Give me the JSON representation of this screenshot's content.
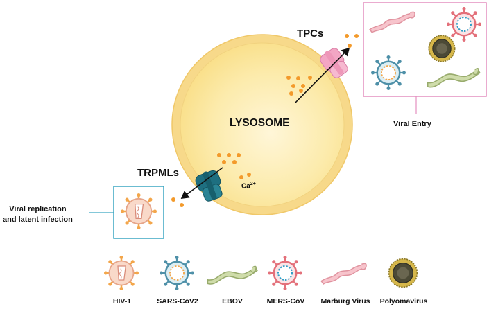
{
  "organelle": {
    "label": "LYSOSOME"
  },
  "channels": {
    "tpc": {
      "label": "TPCs"
    },
    "trpml": {
      "label": "TRPMLs"
    }
  },
  "ion": {
    "label": "Ca",
    "superscript": "2+"
  },
  "viral_entry": {
    "label": "Viral Entry"
  },
  "viral_replication": {
    "line1": "Viral replication",
    "line2": "and latent infection"
  },
  "legend": {
    "items": [
      {
        "label": "HIV-1"
      },
      {
        "label": "SARS-CoV2"
      },
      {
        "label": "EBOV"
      },
      {
        "label": "MERS-CoV"
      },
      {
        "label": "Marburg Virus"
      },
      {
        "label": "Polyomavirus"
      }
    ]
  },
  "colors": {
    "lysosome_fill": "#fbe9a6",
    "lysosome_rim": "#f5d27a",
    "calcium": "#f39a2b",
    "tpc": "#f3a6c4",
    "trpml": "#1e6f80",
    "entry_box": "#e48fbf",
    "replication_box": "#3aa6c2"
  }
}
